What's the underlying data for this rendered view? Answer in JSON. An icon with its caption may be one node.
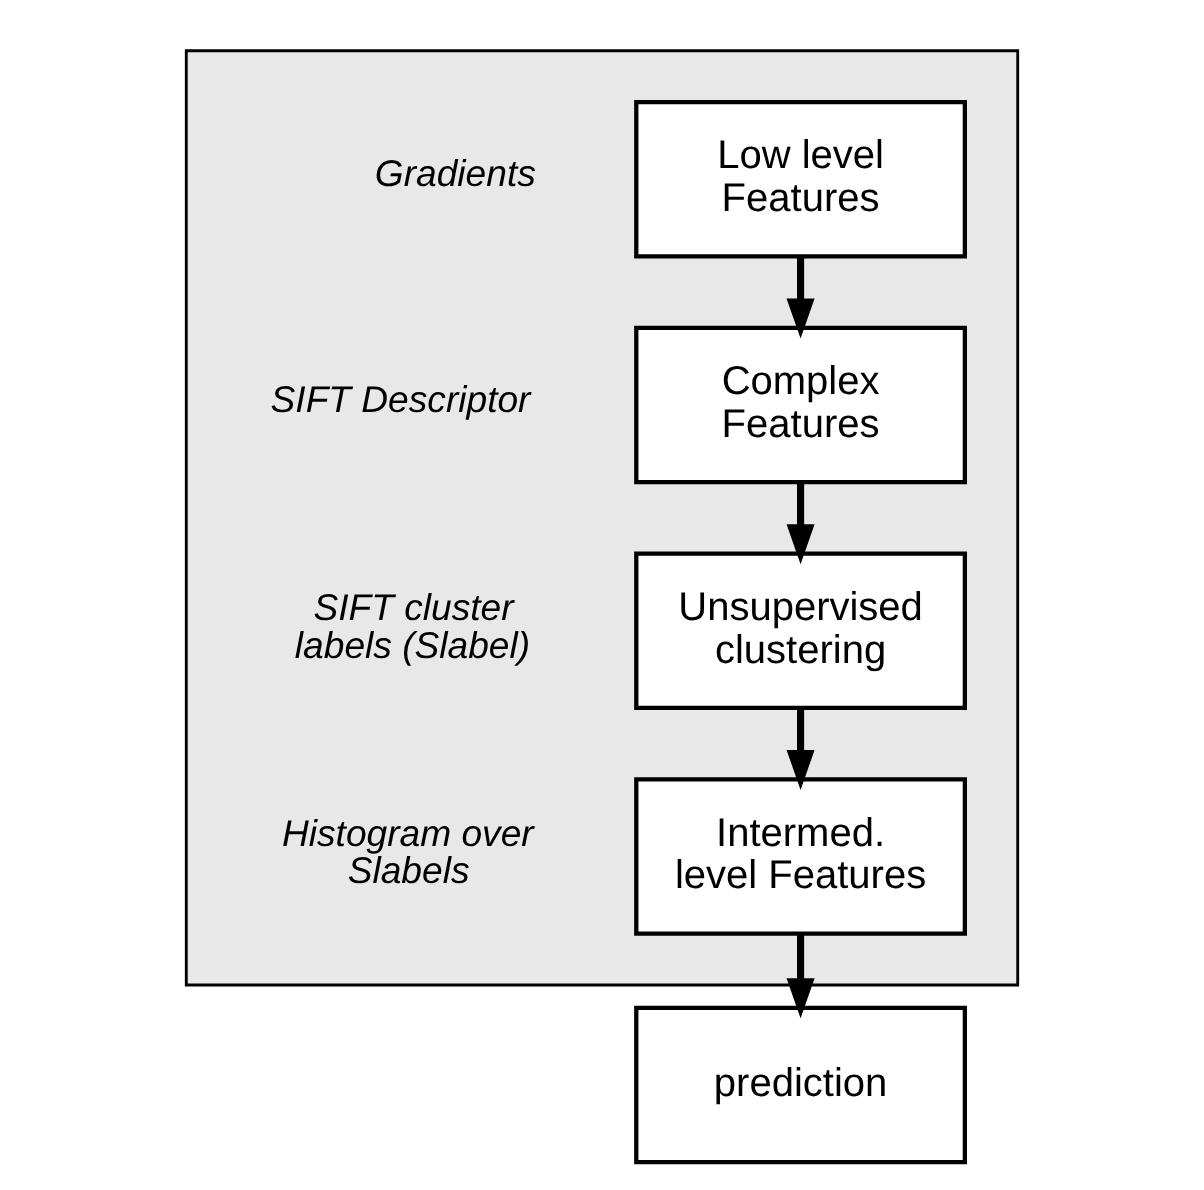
{
  "diagram": {
    "nodes": [
      {
        "text": [],
        "shape": "box"
      },
      {
        "text": [
          "Low level Features"
        ],
        "in": 0,
        "beside": [
          "Gradients"
        ]
      },
      {
        "text": [
          "Complex Features"
        ],
        "in": 0,
        "beside": [
          "SIFT Descriptor"
        ]
      },
      {
        "text": [
          "Unsupervised clustering"
        ],
        "in": 0,
        "beside": [
          "SIFT cluster labels (Slabel)"
        ]
      },
      {
        "text": [
          "Intermed. level Features"
        ],
        "in": 0,
        "beside": [
          "Histogram over Slabels"
        ]
      },
      {
        "text": [
          "prediction"
        ]
      }
    ],
    "edges": [
      {
        "from": 1,
        "to": 2,
        "arrow": "to"
      },
      {
        "from": 2,
        "to": 3,
        "arrow": "to"
      },
      {
        "from": 3,
        "to": 4,
        "arrow": "to"
      },
      {
        "from": 4,
        "to": 5,
        "arrow": "to"
      }
    ]
  }
}
